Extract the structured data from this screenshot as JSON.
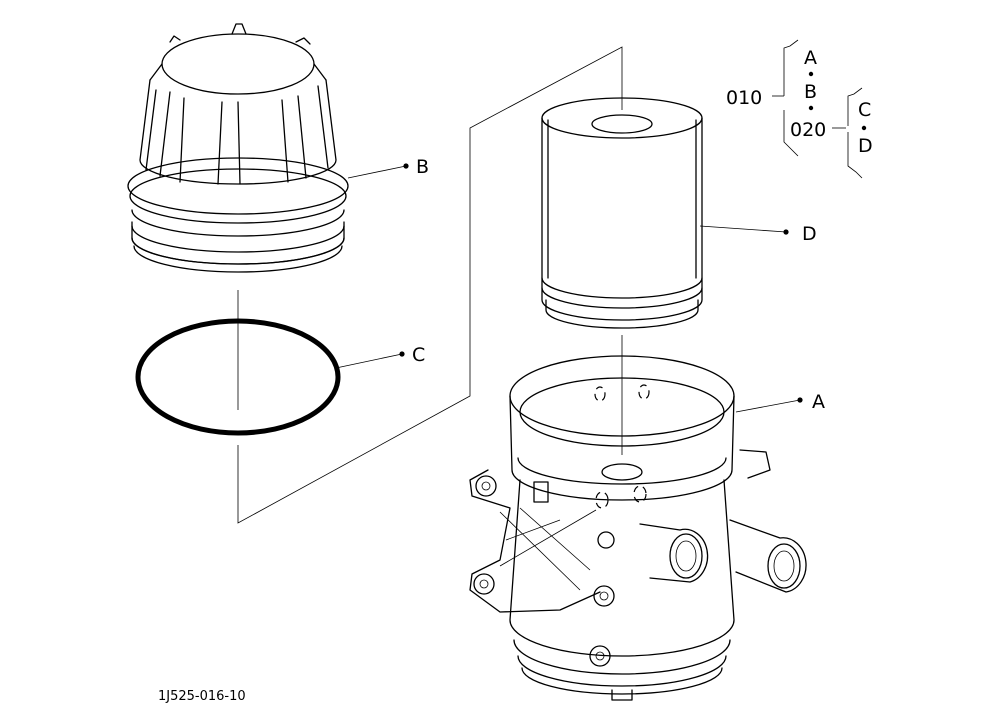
{
  "callouts": {
    "a": "A",
    "b": "B",
    "c": "C",
    "d": "D"
  },
  "assembly_tree": {
    "group_1": {
      "code": "010",
      "items": [
        "A",
        "B"
      ]
    },
    "group_2": {
      "code": "020",
      "items": [
        "C",
        "D"
      ]
    }
  },
  "drawing_code": "1J525-016-10"
}
